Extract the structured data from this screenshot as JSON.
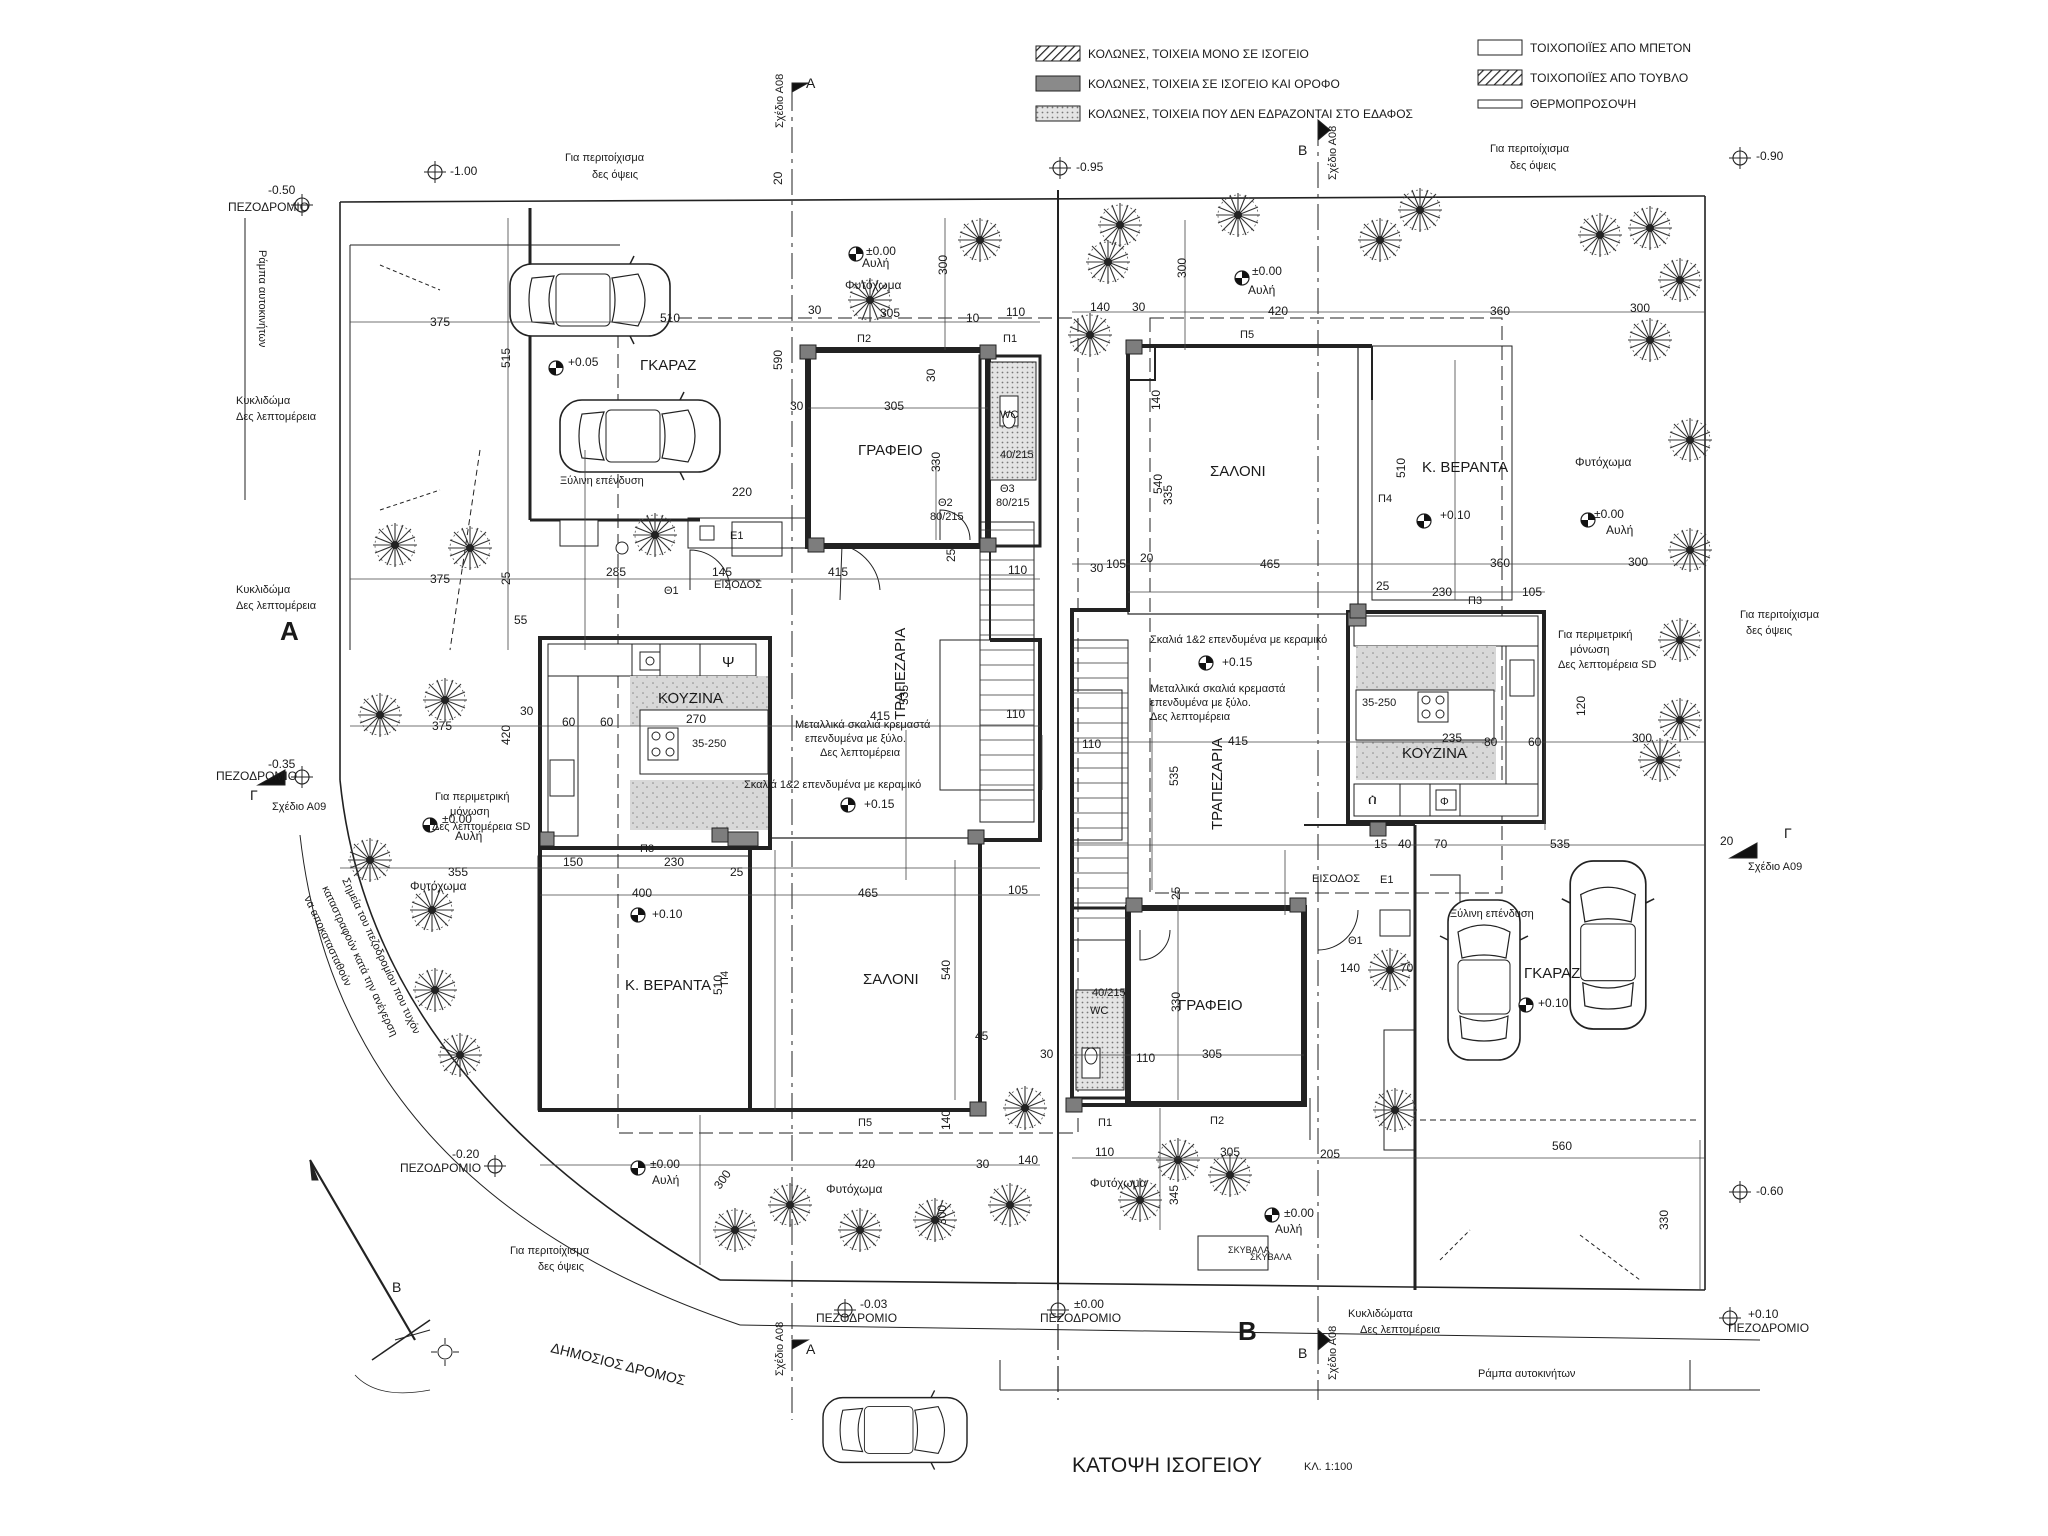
{
  "legend": {
    "items": [
      "ΚΟΛΩΝΕΣ, ΤΟΙΧΕΙΑ ΜΟΝΟ ΣΕ ΙΣΟΓΕΙΟ",
      "ΚΟΛΩΝΕΣ, ΤΟΙΧΕΙΑ ΣΕ ΙΣΟΓΕΙΟ ΚΑΙ ΟΡΟΦΟ",
      "ΚΟΛΩΝΕΣ, ΤΟΙΧΕΙΑ ΠΟΥ ΔΕΝ ΕΔΡΑΖΟΝΤΑΙ ΣΤΟ ΕΔΑΦΟΣ",
      "ΤΟΙΧΟΠΟΙΪΕΣ ΑΠΟ ΜΠΕΤΟΝ",
      "ΤΟΙΧΟΠΟΙΪΕΣ ΑΠΟ ΤΟΥΒΛΟ",
      "ΘΕΡΜΟΠΡΟΣΟΨΗ"
    ]
  },
  "title": {
    "main": "ΚΑΤΟΨΗ ΙΣΟΓΕΙΟΥ",
    "scale": "ΚΛ. 1:100"
  },
  "rooms": {
    "garage": "ΓΚΑΡΑΖ",
    "office": "ΓΡΑΦΕΙΟ",
    "living": "ΣΑΛΟΝΙ",
    "dining": "ΤΡΑΠΕΖΑΡΙΑ",
    "kitchen": "ΚΟΥΖΙΝΑ",
    "veranda": "Κ. ΒΕΡΑΝΤΑ",
    "entrance": "ΕΙΣΟΔΟΣ",
    "wc": "WC",
    "garden": "Φυτόχωμα",
    "yard": "Αυλή",
    "bins": "ΣΚΥΒΑΛΑ"
  },
  "labels": {
    "sidewalk": "ΠΕΖΟΔΡΟΜΙΟ",
    "public_road": "ΔΗΜΟΣΙΟΣ ΔΡΟΜΟΣ",
    "car_ramp": "Ράμπα αυτοκινήτων",
    "car_ramp_vertical": "Ράμπα αυτοκινήτων",
    "fence_see_views_1": "Για περιτοίχισμα",
    "fence_see_views_2": "δες όψεις",
    "curb_1": "Κυκλιδώματα",
    "curb_2": "Δες λεπτομέρεια",
    "curb_alt": "Κυκλιδώμα",
    "insulation_1": "Για περιμετρική",
    "insulation_2": "μόνωση",
    "insulation_3": "Δες λεπτομέρεια SD",
    "wood_cladding": "Ξύλινη επένδυση",
    "stair_1": "Μεταλλικά σκαλιά κρεμαστά",
    "stair_2": "επενδυμένα με ξύλο.",
    "stair_3": "Δες λεπτομέρεια",
    "stair_tiles": "Σκαλιά 1&2 επενδυμένα με κεραμικό",
    "sidewalk_note_1": "Σημεία του πεζοδρομίου που τυχόν",
    "sidewalk_note_2": "καταστραφούν κατά την ανέγερση",
    "sidewalk_note_3": "να αποκατασταθούν",
    "sheet_a08": "Σχέδιο Α08",
    "sheet_a09": "Σχέδιο Α09",
    "section_a": "Α",
    "section_b": "Β",
    "section_g": "Γ",
    "window_8": "Θ3",
    "window_8_size": "80/215",
    "window_2": "Θ2",
    "window_2_size": "80/215",
    "window_1": "Θ1",
    "door_e1": "Ε1",
    "wc_door_size": "40/215",
    "hob": "35-250"
  },
  "levels": {
    "l_m050": "-0.50",
    "l_m100": "-1.00",
    "l_m095": "-0.95",
    "l_m090": "-0.90",
    "l_m035": "-0.35",
    "l_m020": "-0.20",
    "l_m003": "-0.03",
    "l_m060": "-0.60",
    "l_p010": "+0.10",
    "l_p015": "+0.15",
    "l_p005": "+0.05",
    "l_000": "±0.00"
  },
  "pillars": {
    "p1": "Π1",
    "p2": "Π2",
    "p3": "Π3",
    "p4": "Π4",
    "p5": "Π5"
  },
  "dims": {
    "d375": "375",
    "d515": "515",
    "d510": "510",
    "d30": "30",
    "d305": "305",
    "d10": "10",
    "d110": "110",
    "d300": "300",
    "d20": "20",
    "d590": "590",
    "d330": "330",
    "d220": "220",
    "d145": "145",
    "d285": "285",
    "d415": "415",
    "d25": "25",
    "d55": "55",
    "d270": "270",
    "d60": "60",
    "d535": "535",
    "d150": "150",
    "d230": "230",
    "d400": "400",
    "d465": "465",
    "d105": "105",
    "d540": "540",
    "d140": "140",
    "d420": "420",
    "d360": "360",
    "d355": "355",
    "d560": "560",
    "d205": "205",
    "d70": "70",
    "d235": "235",
    "d80": "80",
    "d45": "45",
    "d335": "335",
    "d345": "345",
    "d15": "15",
    "d40": "40",
    "d120": "120"
  }
}
